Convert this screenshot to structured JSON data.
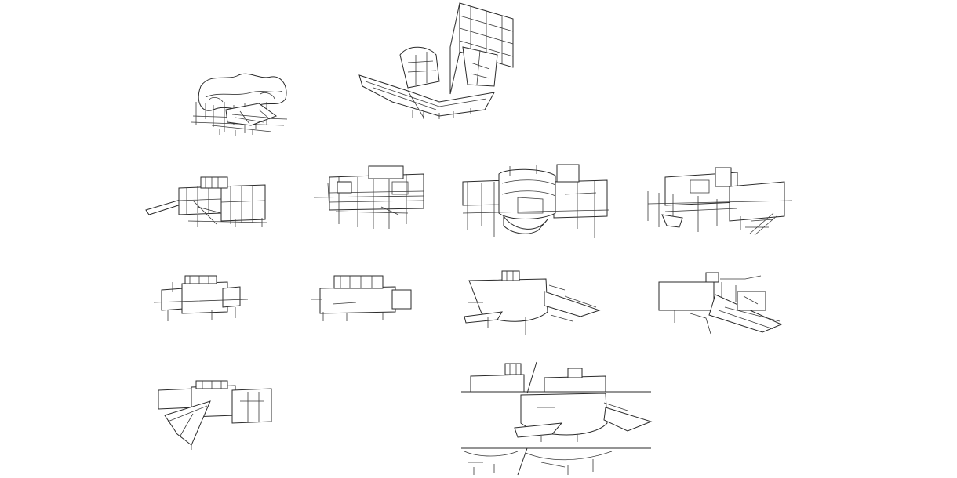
{
  "drawing": {
    "stroke_color": "#2a2a2a",
    "background_color": "#ffffff",
    "views": [
      {
        "id": "view-1",
        "type": "isometric-sketch"
      },
      {
        "id": "view-2",
        "type": "isometric-tower"
      },
      {
        "id": "view-3",
        "type": "isometric-frame"
      },
      {
        "id": "view-4",
        "type": "isometric-frame"
      },
      {
        "id": "view-5",
        "type": "isometric-frame"
      },
      {
        "id": "view-6",
        "type": "isometric-frame"
      },
      {
        "id": "view-7",
        "type": "isometric-mass"
      },
      {
        "id": "view-8",
        "type": "isometric-mass"
      },
      {
        "id": "view-9",
        "type": "isometric-mass"
      },
      {
        "id": "view-10",
        "type": "isometric-mass"
      },
      {
        "id": "view-11",
        "type": "isometric-mass"
      },
      {
        "id": "view-12",
        "type": "exploded-section"
      }
    ]
  }
}
